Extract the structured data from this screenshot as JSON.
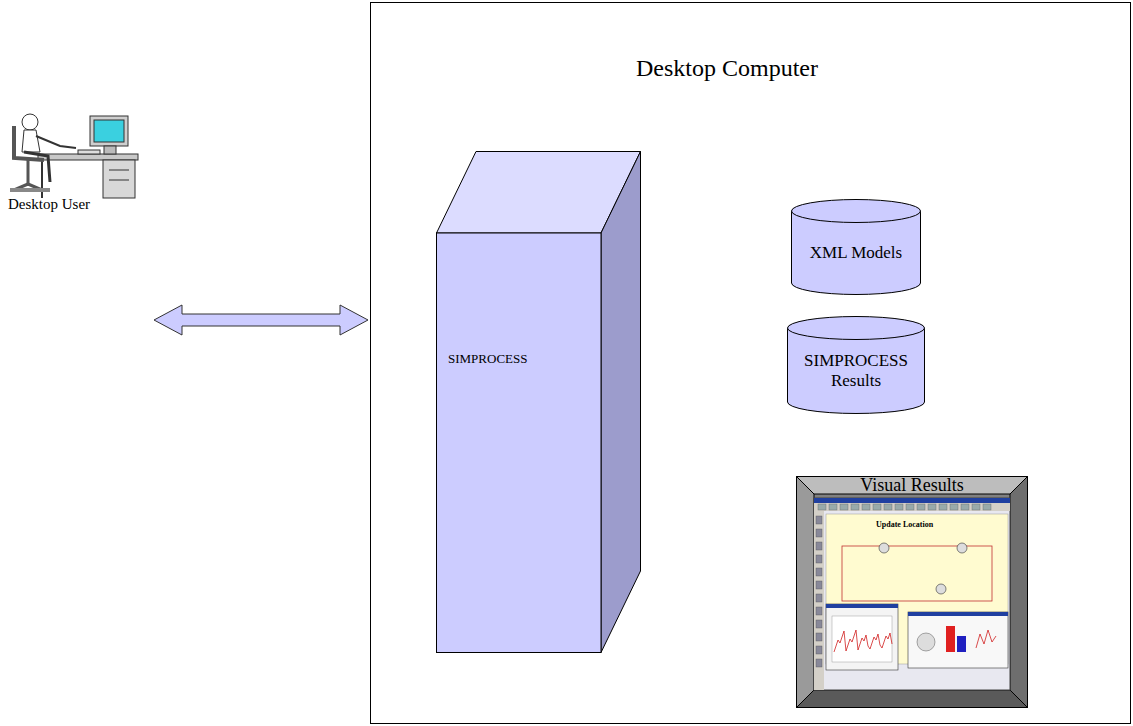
{
  "diagram": {
    "nodes": [
      {
        "text": [
          "Desktop User"
        ]
      },
      {
        "text": [
          "Desktop Computer"
        ]
      },
      {
        "text": [
          "SIMPROCESS"
        ],
        "in": 1
      },
      {
        "text": [
          "XML Models"
        ],
        "in": 1
      },
      {
        "text": [
          "SIMPROCESS Results"
        ],
        "in": 1
      },
      {
        "text": [
          "Visual Results"
        ],
        "in": 1
      }
    ],
    "edges": [
      {
        "from": 0,
        "to": 1,
        "arrow": "both"
      },
      {
        "from": 2,
        "to": 3,
        "arrow": "both"
      },
      {
        "from": 2,
        "to": 4,
        "arrow": "both"
      },
      {
        "from": 2,
        "to": 5,
        "arrow": "both"
      }
    ],
    "labels": [
      "Update Location"
    ]
  }
}
